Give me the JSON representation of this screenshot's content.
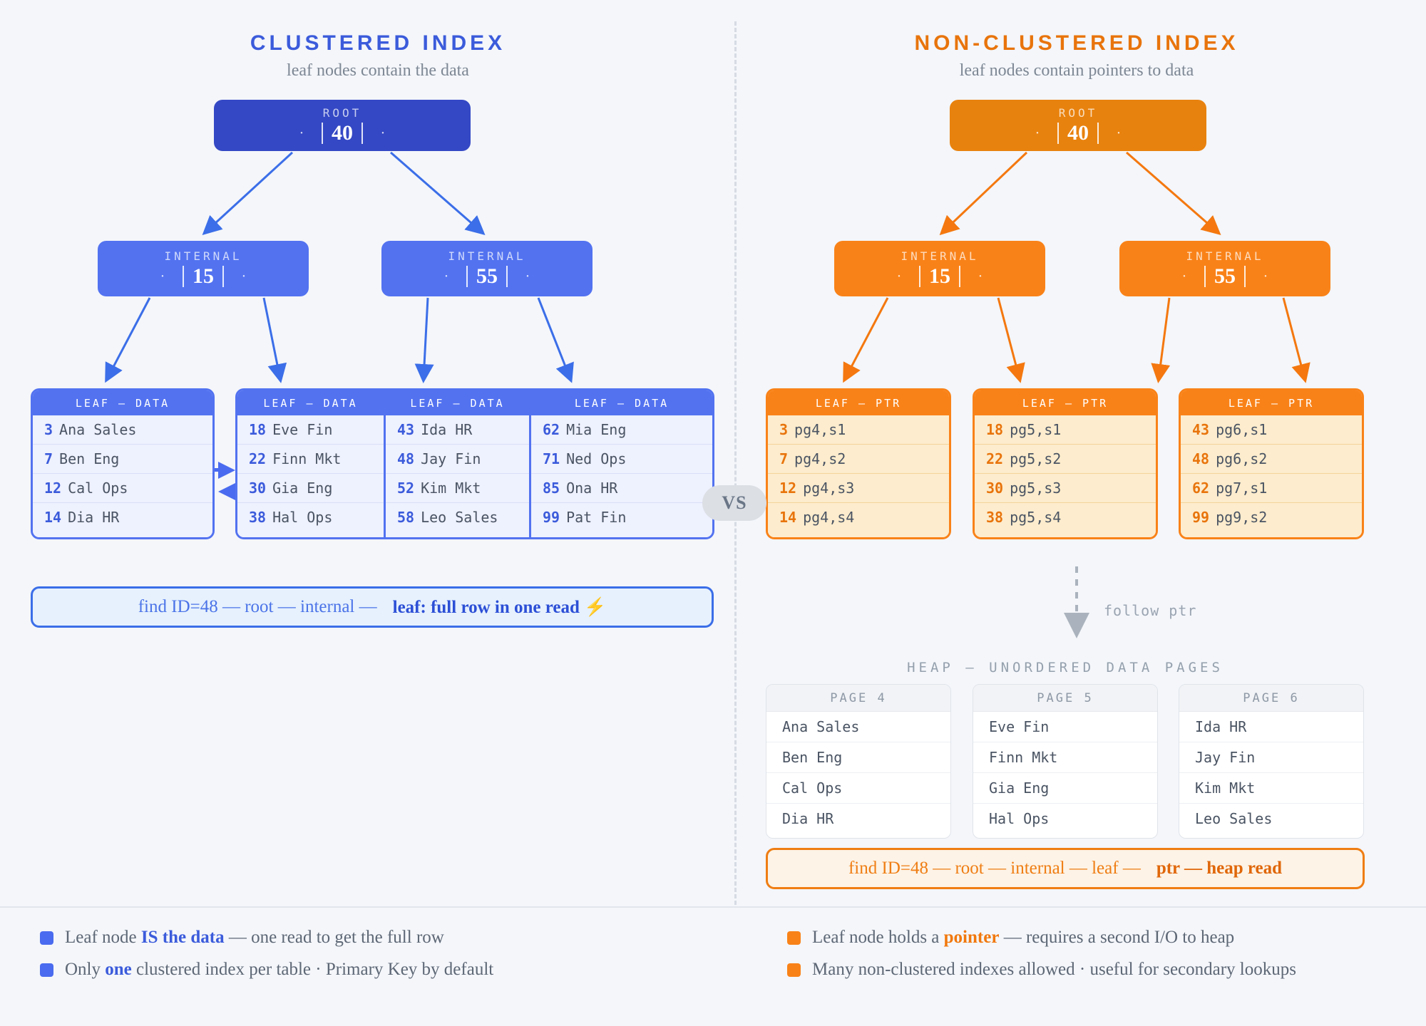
{
  "left": {
    "title": "CLUSTERED INDEX",
    "subtitle": "leaf nodes contain the data",
    "accent": "#3b5bdb",
    "root": {
      "label": "ROOT",
      "key": "40",
      "dot": "·"
    },
    "internals": [
      {
        "label": "INTERNAL",
        "key": "15",
        "dot": "·"
      },
      {
        "label": "INTERNAL",
        "key": "55",
        "dot": "·"
      }
    ],
    "leaves": [
      {
        "header": "LEAF — DATA",
        "rows": [
          {
            "k": "3",
            "v": "Ana Sales"
          },
          {
            "k": "7",
            "v": "Ben Eng"
          },
          {
            "k": "12",
            "v": "Cal Ops"
          },
          {
            "k": "14",
            "v": "Dia HR"
          }
        ]
      },
      {
        "header": "LEAF — DATA",
        "rows": [
          {
            "k": "18",
            "v": "Eve Fin"
          },
          {
            "k": "22",
            "v": "Finn Mkt"
          },
          {
            "k": "30",
            "v": "Gia Eng"
          },
          {
            "k": "38",
            "v": "Hal Ops"
          }
        ]
      },
      {
        "header": "LEAF — DATA",
        "rows": [
          {
            "k": "43",
            "v": "Ida HR"
          },
          {
            "k": "48",
            "v": "Jay Fin"
          },
          {
            "k": "52",
            "v": "Kim Mkt"
          },
          {
            "k": "58",
            "v": "Leo Sales"
          }
        ]
      },
      {
        "header": "LEAF — DATA",
        "rows": [
          {
            "k": "62",
            "v": "Mia Eng"
          },
          {
            "k": "71",
            "v": "Ned Ops"
          },
          {
            "k": "85",
            "v": "Ona HR"
          },
          {
            "k": "99",
            "v": "Pat Fin"
          }
        ]
      }
    ],
    "callout": {
      "path": "find ID=48 — root — internal —",
      "strong": "leaf: full row in one read ⚡"
    },
    "legend": [
      {
        "pre": "Leaf node ",
        "bold": "IS the data",
        "post": " — one read to get the full row"
      },
      {
        "pre": "Only ",
        "bold": "one",
        "post": " clustered index per table · Primary Key by default"
      }
    ]
  },
  "right": {
    "title": "NON-CLUSTERED INDEX",
    "subtitle": "leaf nodes contain pointers to data",
    "accent": "#e8740c",
    "root": {
      "label": "ROOT",
      "key": "40",
      "dot": "·"
    },
    "internals": [
      {
        "label": "INTERNAL",
        "key": "15",
        "dot": "·"
      },
      {
        "label": "INTERNAL",
        "key": "55",
        "dot": "·"
      }
    ],
    "leaves": [
      {
        "header": "LEAF — PTR",
        "rows": [
          {
            "k": "3",
            "v": "pg4,s1"
          },
          {
            "k": "7",
            "v": "pg4,s2"
          },
          {
            "k": "12",
            "v": "pg4,s3"
          },
          {
            "k": "14",
            "v": "pg4,s4"
          }
        ]
      },
      {
        "header": "LEAF — PTR",
        "rows": [
          {
            "k": "18",
            "v": "pg5,s1"
          },
          {
            "k": "22",
            "v": "pg5,s2"
          },
          {
            "k": "30",
            "v": "pg5,s3"
          },
          {
            "k": "38",
            "v": "pg5,s4"
          }
        ]
      },
      {
        "header": "LEAF — PTR",
        "rows": [
          {
            "k": "43",
            "v": "pg6,s1"
          },
          {
            "k": "48",
            "v": "pg6,s2"
          },
          {
            "k": "62",
            "v": "pg7,s1"
          },
          {
            "k": "99",
            "v": "pg9,s2"
          }
        ]
      }
    ],
    "follow_label": "follow ptr",
    "heap_title": "HEAP — UNORDERED DATA PAGES",
    "pages": [
      {
        "header": "PAGE 4",
        "rows": [
          "Ana Sales",
          "Ben Eng",
          "Cal Ops",
          "Dia HR"
        ]
      },
      {
        "header": "PAGE 5",
        "rows": [
          "Eve Fin",
          "Finn Mkt",
          "Gia Eng",
          "Hal Ops"
        ]
      },
      {
        "header": "PAGE 6",
        "rows": [
          "Ida HR",
          "Jay Fin",
          "Kim Mkt",
          "Leo Sales"
        ]
      }
    ],
    "callout": {
      "path": "find ID=48 — root — internal — leaf —",
      "strong": "ptr — heap read"
    },
    "legend": [
      {
        "pre": "Leaf node holds a ",
        "bold": "pointer",
        "post": " — requires a second I/O to heap"
      },
      {
        "pre": "Many non-clustered indexes allowed · useful for secondary lookups",
        "bold": "",
        "post": ""
      }
    ]
  },
  "vs_badge": "VS"
}
